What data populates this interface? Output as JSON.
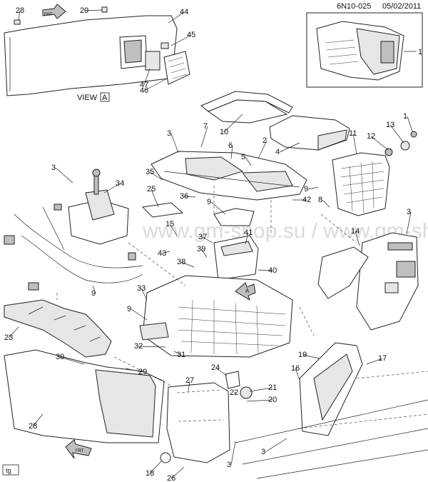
{
  "header": {
    "code": "6N10-025",
    "date": "05/02/2011"
  },
  "watermark": "www.gm-shop.su / www.gm-shtad.ru",
  "view_label": {
    "text": "VIEW",
    "box": "A"
  },
  "inset_label": "1",
  "corner_tag": "tg",
  "callouts": [
    "28",
    "29",
    "44",
    "45",
    "47",
    "46",
    "1",
    "13",
    "12",
    "11",
    "10",
    "4",
    "7",
    "3",
    "2",
    "6",
    "5",
    "3",
    "34",
    "35",
    "25",
    "36",
    "9",
    "42",
    "8",
    "9",
    "3",
    "14",
    "15",
    "37",
    "41",
    "43",
    "38",
    "39",
    "40",
    "9",
    "33",
    "9",
    "32",
    "31",
    "23",
    "30",
    "29",
    "28",
    "27",
    "24",
    "22",
    "21",
    "20",
    "19",
    "17",
    "16",
    "3",
    "18",
    "26",
    "3",
    "25"
  ],
  "arrow_labels": {
    "top": "FRT",
    "bottom": "FRT",
    "middle": "A"
  }
}
